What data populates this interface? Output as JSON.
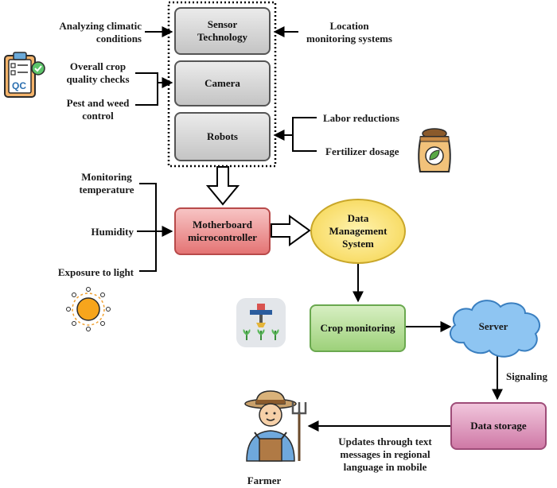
{
  "boxes": {
    "sensor": "Sensor\nTechnology",
    "camera": "Camera",
    "robots": "Robots",
    "motherboard": "Motherboard\nmicrocontroller",
    "data_management": "Data\nManagement\nSystem",
    "crop_monitoring": "Crop monitoring",
    "server": "Server",
    "data_storage": "Data storage"
  },
  "inputs": {
    "climatic": "Analyzing climatic\nconditions",
    "location": "Location\nmonitoring systems",
    "quality": "Overall crop\nquality checks",
    "pest": "Pest and weed\ncontrol",
    "labor": "Labor reductions",
    "fertilizer": "Fertilizer dosage",
    "temperature": "Monitoring\ntemperature",
    "humidity": "Humidity",
    "light": "Exposure to light"
  },
  "labels": {
    "signaling": "Signaling",
    "updates": "Updates through text\nmessages in regional\nlanguage in mobile",
    "farmer": "Farmer",
    "qc": "QC"
  },
  "colors": {
    "gray_box": "#cfcfcf",
    "motherboard": "#e47474",
    "data_management": "#f5d34a",
    "crop_monitoring": "#9dd17a",
    "server": "#8ec5f2",
    "data_storage": "#cf79a6"
  },
  "icons": [
    "qc-clipboard-icon",
    "fertilizer-bag-icon",
    "sun-icon",
    "smart-farm-sensor-icon",
    "farmer-icon"
  ]
}
